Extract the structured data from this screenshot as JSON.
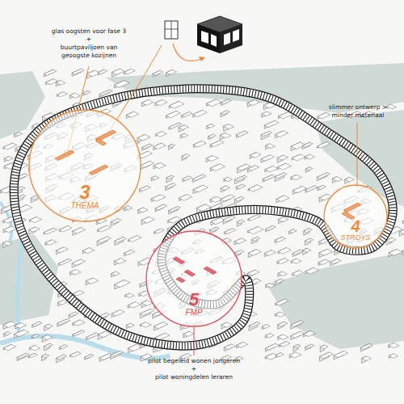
{
  "diagram": {
    "nodes": [
      {
        "text": [
          "3",
          "THEMA"
        ]
      },
      {
        "text": [
          "4",
          "STROYS"
        ]
      },
      {
        "text": [
          "5",
          "FMP"
        ]
      }
    ],
    "labels": [
      "glas oogsten voor fase 3",
      "+",
      "buurtpaviljoen van geoogste kozijnen",
      "slimmer ontwerp > minder materiaal",
      "pilot begeleid wonen jongeren",
      "+",
      "pilot woningdelen leraren"
    ]
  }
}
